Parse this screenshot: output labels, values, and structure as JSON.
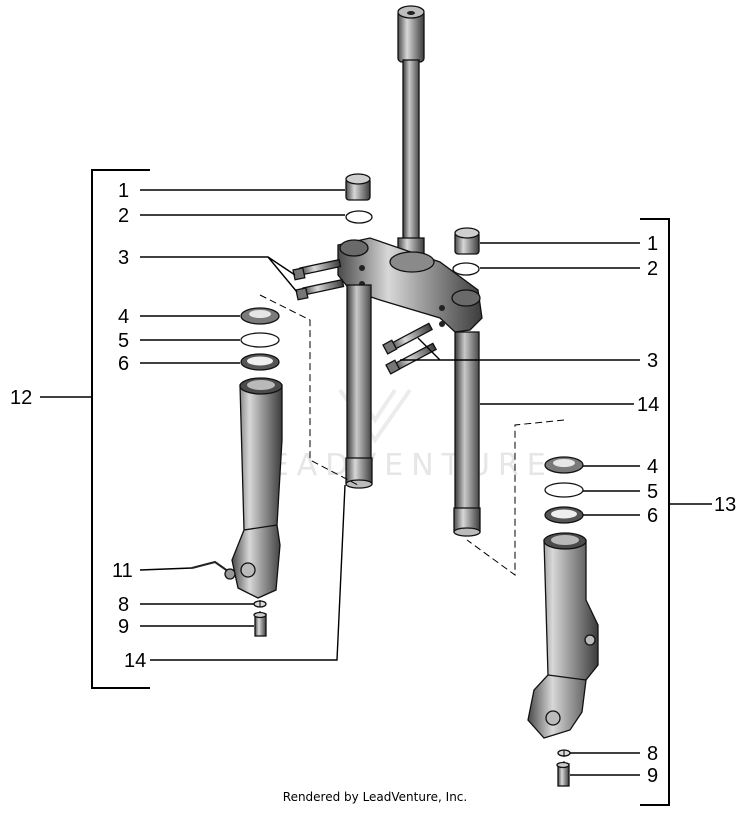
{
  "callouts": {
    "left": {
      "c1": "1",
      "c2": "2",
      "c3": "3",
      "c4": "4",
      "c5": "5",
      "c6": "6",
      "c11": "11",
      "c8": "8",
      "c9": "9",
      "c14": "14",
      "c12": "12"
    },
    "right": {
      "c1": "1",
      "c2": "2",
      "c3": "3",
      "c14": "14",
      "c4": "4",
      "c5": "5",
      "c6": "6",
      "c13": "13",
      "c8": "8",
      "c9": "9"
    }
  },
  "watermark": "LEADVENTURE",
  "footer": "Rendered by LeadVenture, Inc."
}
